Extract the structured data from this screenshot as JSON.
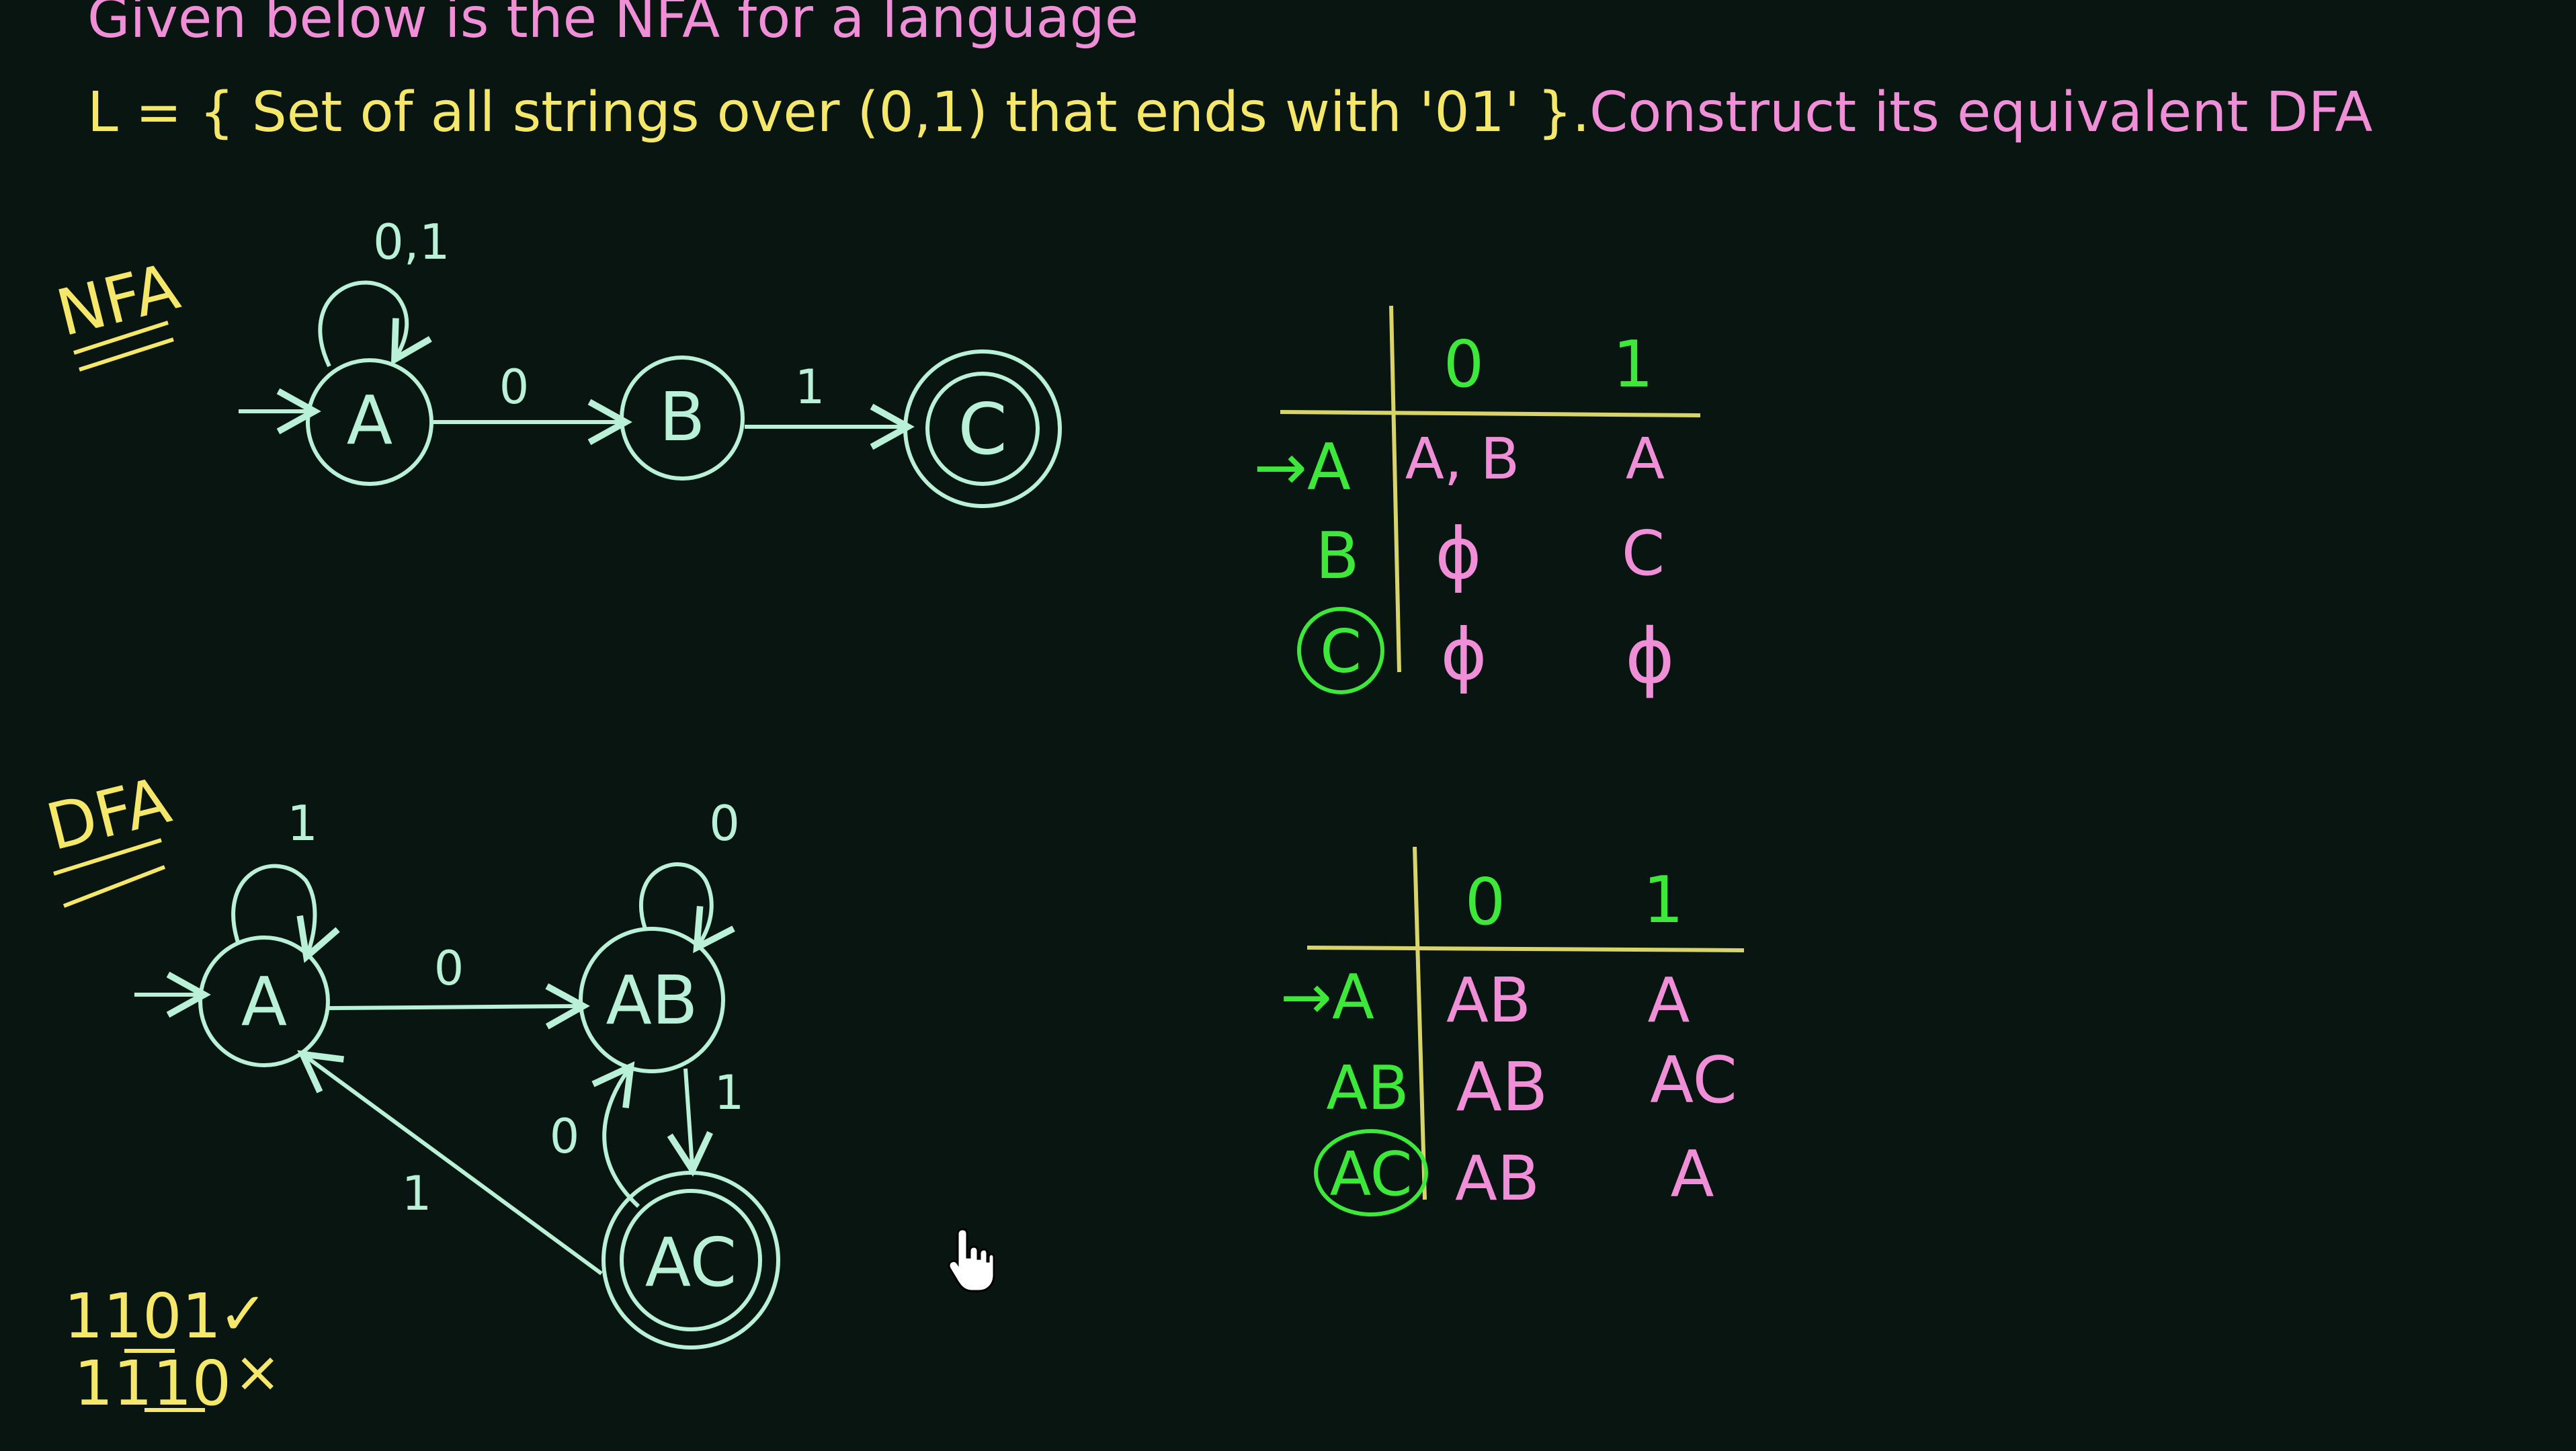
{
  "colors": {
    "background": "#081510",
    "pink": "#f08fd8",
    "yellow": "#f4e76a",
    "mint": "#b8f0d8",
    "green": "#3ee83a",
    "table_line": "#d9d46a"
  },
  "header": {
    "line1": "Given below is the NFA for a language",
    "line2_yellow": "L = { Set of all strings over (0,1) that ends with '01' }.",
    "line2_pink": "Construct its equivalent DFA"
  },
  "nfa": {
    "label": "NFA",
    "states": [
      "A",
      "B",
      "C"
    ],
    "self_loop_label": "0,1",
    "edge_ab_label": "0",
    "edge_bc_label": "1"
  },
  "dfa": {
    "label": "DFA",
    "states": [
      "A",
      "AB",
      "AC"
    ],
    "loop_a_label": "1",
    "loop_ab_label": "0",
    "edge_a_ab_label": "0",
    "edge_ab_ac_label": "1",
    "edge_ac_ab_label": "0",
    "edge_ac_a_label": "1"
  },
  "nfa_table": {
    "headers": [
      "0",
      "1"
    ],
    "rows": [
      {
        "state": "→A",
        "c0": "A, B",
        "c1": "A"
      },
      {
        "state": "B",
        "c0": "ϕ",
        "c1": "C"
      },
      {
        "state": "C",
        "c0": "ϕ",
        "c1": "ϕ"
      }
    ]
  },
  "dfa_table": {
    "headers": [
      "0",
      "1"
    ],
    "rows": [
      {
        "state": "→A",
        "c0": "AB",
        "c1": "A"
      },
      {
        "state": "AB",
        "c0": "AB",
        "c1": "AC"
      },
      {
        "state": "AC",
        "c0": "AB",
        "c1": "A"
      }
    ]
  },
  "examples": [
    {
      "string": "1101",
      "mark": "✓"
    },
    {
      "string": "1110",
      "mark": "×"
    }
  ],
  "icons": {
    "cursor": "hand-pointer-icon"
  }
}
